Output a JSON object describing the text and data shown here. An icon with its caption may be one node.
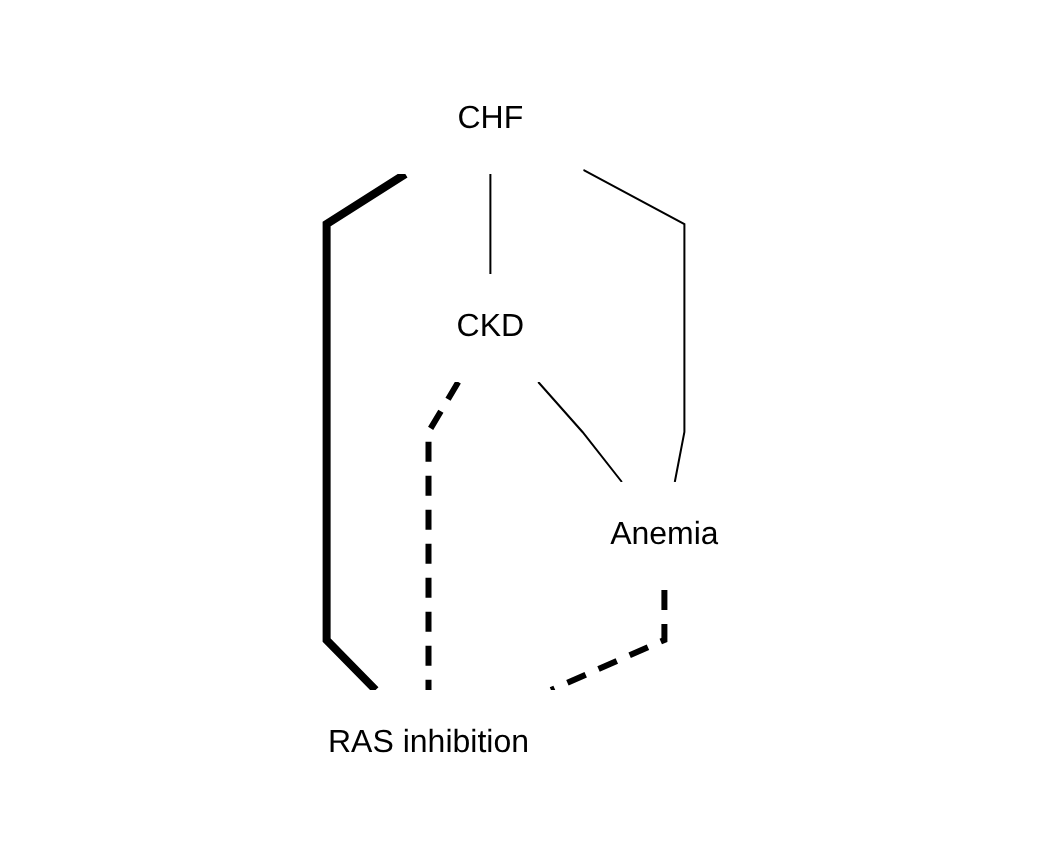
{
  "diagram": {
    "nodes": [
      {
        "text": [
          "CHF"
        ]
      },
      {
        "text": [
          "CKD"
        ]
      },
      {
        "text": [
          "RAS inhibition"
        ]
      },
      {
        "text": [
          "Anemia"
        ]
      }
    ],
    "edges": [
      {
        "from": 0,
        "to": 1,
        "arrow": "none"
      },
      {
        "from": 1,
        "to": 3,
        "arrow": "none"
      },
      {
        "from": 3,
        "to": 0,
        "arrow": "none"
      },
      {
        "from": 0,
        "to": 2,
        "arrow": "none",
        "style": "thick"
      },
      {
        "from": 1,
        "to": 2,
        "arrow": "none",
        "style": "dashed"
      },
      {
        "from": 3,
        "to": 2,
        "arrow": "none",
        "style": "dashed"
      }
    ]
  }
}
